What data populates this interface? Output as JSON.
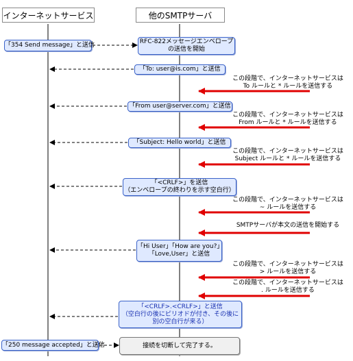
{
  "headers": {
    "left": "インターネットサービス",
    "right": "他のSMTPサーバ"
  },
  "steps": {
    "send354": "「354 Send message」と送信",
    "rfc822": [
      "RFC-822メッセージエンベロープ",
      "の送信を開始"
    ],
    "to": "「To: user@is.com」と送信",
    "from": "「From user@server.com」と送信",
    "subject": "「Subject: Hello world」と送信",
    "crlf": [
      "「<CRLF>」を送信",
      "（エンベロープの終わりを示す空白行）"
    ],
    "body": [
      "「Hi User」「How are you?」",
      "「Love,User」と送信"
    ],
    "end": [
      "「<CRLF>.<CRLF>」と送信",
      "（空白行の後にピリオドが付き、その後に",
      "別の空白行が来る）"
    ],
    "send250": "「250 message accepted」と送信",
    "close": "接続を切断して完了する。"
  },
  "notes": {
    "to_rule": [
      "この段階で、インターネットサービスは",
      "To ルールと * ルールを送信する"
    ],
    "from_rule": [
      "この段階で、インターネットサービスは",
      "From ルールと * ルールを送信する"
    ],
    "subject_rule": [
      "この段階で、インターネットサービスは",
      "Subject ルールと * ルールを送信する"
    ],
    "tilde_rule": [
      "この段階で、インターネットサービスは",
      "~ ルールを送信する"
    ],
    "smtp_body": "SMTPサーバが本文の送信を開始する",
    "gt_rule": [
      "この段階で、インターネットサービスは",
      "> ルールを送信する"
    ],
    "dot_rule": [
      "この段階で、インターネットサービスは",
      ". ルールを送信する"
    ]
  },
  "colors": {
    "red_arrow": "#e00000",
    "box_fill": "#dfe9ff",
    "box_border": "#3a62c8",
    "gray_fill": "#f0f0f0"
  }
}
